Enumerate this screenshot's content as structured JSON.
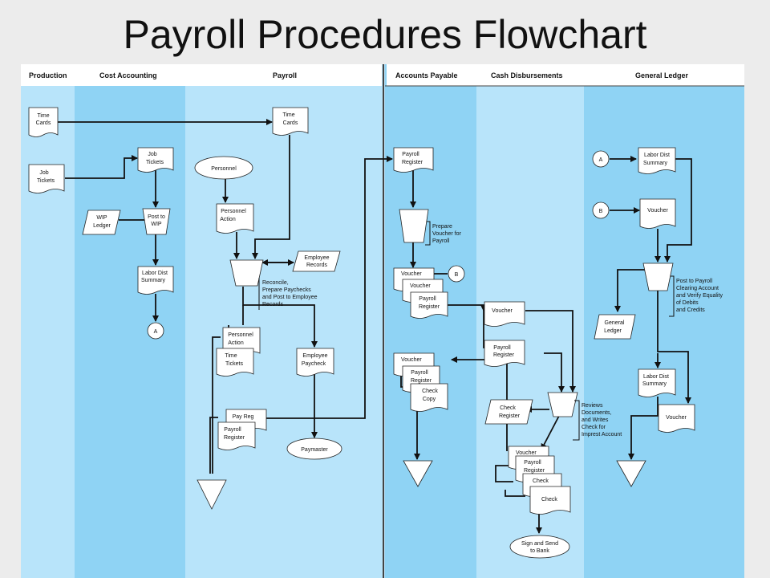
{
  "title": "Payroll Procedures Flowchart",
  "colors": {
    "lane_dark": "#8fd3f4",
    "lane_light": "#b8e4fa",
    "header_bg": "#ffffff",
    "line": "#111111"
  },
  "lanes": {
    "production": "Production",
    "cost_accounting": "Cost  Accounting",
    "payroll": "Payroll",
    "accounts_payable": "Accounts Payable",
    "cash_disbursements": "Cash Disbursements",
    "general_ledger": "General Ledger"
  },
  "production": {
    "time_cards": [
      "Time",
      "Cards"
    ],
    "job_tickets": [
      "Job",
      "Tickets"
    ]
  },
  "cost_accounting": {
    "job_tickets": [
      "Job",
      "Tickets"
    ],
    "post_to_wip": [
      "Post to",
      "WIP"
    ],
    "wip_ledger": [
      "WIP",
      "Ledger"
    ],
    "labor_dist_summary": [
      "Labor Dist",
      "Summary"
    ],
    "connector_a": "A"
  },
  "payroll": {
    "time_cards": [
      "Time",
      "Cards"
    ],
    "personnel": "Personnel",
    "personnel_action": [
      "Personnel",
      "Action"
    ],
    "employee_records": [
      "Employee",
      "Records"
    ],
    "reconcile_note": [
      "Reconcile,",
      "Prepare Paychecks",
      "and Post to Employee",
      "Records"
    ],
    "personnel_action_2": [
      "Personnel",
      "Action"
    ],
    "time_tickets": [
      "Time",
      "Tickets"
    ],
    "employee_paycheck": [
      "Employee",
      "Paycheck"
    ],
    "pay_reg": "Pay Reg",
    "payroll_register": [
      "Payroll",
      "Register"
    ],
    "paymaster": "Paymaster"
  },
  "accounts_payable": {
    "payroll_register": [
      "Payroll",
      "Register"
    ],
    "prepare_voucher_note": [
      "Prepare",
      "Voucher for",
      "Payroll"
    ],
    "voucher_1": "Voucher",
    "voucher_2": "Voucher",
    "payroll_register_2": [
      "Payroll",
      "Register"
    ],
    "connector_b": "B",
    "voucher_3": "Voucher",
    "payroll_register_3": [
      "Payroll",
      "Register"
    ],
    "check_copy": [
      "Check",
      "Copy"
    ]
  },
  "cash_disbursements": {
    "voucher": "Voucher",
    "payroll_register": [
      "Payroll",
      "Register"
    ],
    "check_register": [
      "Check",
      "Register"
    ],
    "reviews_note": [
      "Reviews",
      "Documents,",
      "and Writes",
      "Check for",
      "Imprest Account"
    ],
    "voucher_out": "Voucher",
    "payroll_register_out": [
      "Payroll",
      "Register"
    ],
    "check_1": "Check",
    "check_2": "Check",
    "sign_send": [
      "Sign and Send",
      "to Bank"
    ]
  },
  "general_ledger": {
    "connector_a": "A",
    "labor_dist_summary": [
      "Labor Dist",
      "Summary"
    ],
    "connector_b": "B",
    "voucher": "Voucher",
    "post_note": [
      "Post to Payroll",
      "Clearing Account",
      "and Verify Equality",
      "of Debits",
      "and Credits"
    ],
    "general_ledger": [
      "General",
      "Ledger"
    ],
    "labor_dist_summary_2": [
      "Labor Dist",
      "Summary"
    ],
    "voucher_2": "Voucher"
  }
}
